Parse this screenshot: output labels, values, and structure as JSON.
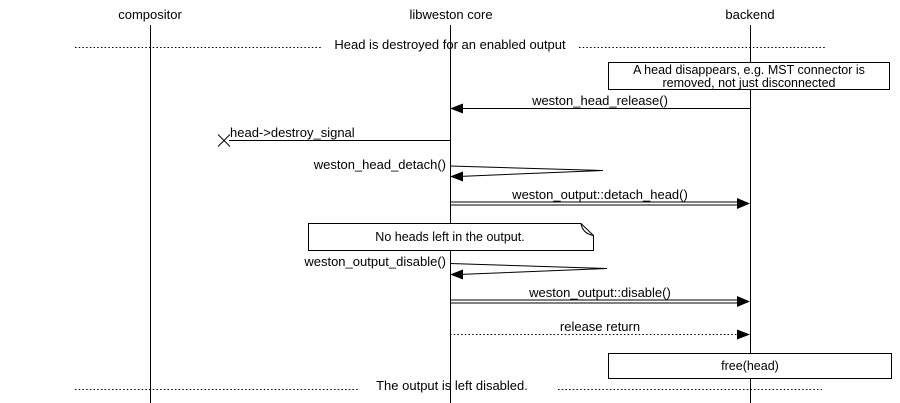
{
  "diagram": {
    "type": "sequence-diagram",
    "title_context": "libweston head destroy sequence",
    "colors": {
      "background": "#ffffff",
      "stroke": "#000000",
      "text": "#000000"
    },
    "participants": [
      {
        "label": "compositor"
      },
      {
        "label": "libweston core"
      },
      {
        "label": "backend"
      }
    ],
    "dividers": [
      {
        "label": "Head is destroyed for an enabled output"
      },
      {
        "label": "The output is left disabled."
      }
    ],
    "notes": [
      {
        "style": "box",
        "lines": {
          "0": "A head disappears, e.g. MST connector is",
          "1": "removed, not just disconnected"
        }
      },
      {
        "style": "folded-note",
        "label": "No heads left in the output."
      },
      {
        "style": "box",
        "label": "free(head)"
      }
    ],
    "messages": [
      {
        "label": "weston_head_release()",
        "from": "backend",
        "to": "libweston core",
        "line": "solid",
        "head": "filled-left"
      },
      {
        "label": "head->destroy_signal",
        "from": "libweston core",
        "to": "lost",
        "line": "solid",
        "head": "cross"
      },
      {
        "label": "weston_head_detach()",
        "from": "libweston core",
        "to": "libweston core",
        "line": "self",
        "head": "filled-left"
      },
      {
        "label": "weston_output::detach_head()",
        "from": "libweston core",
        "to": "backend",
        "line": "double",
        "head": "filled-right"
      },
      {
        "label": "weston_output_disable()",
        "from": "libweston core",
        "to": "libweston core",
        "line": "self",
        "head": "filled-left"
      },
      {
        "label": "weston_output::disable()",
        "from": "libweston core",
        "to": "backend",
        "line": "double",
        "head": "filled-right"
      },
      {
        "label": "release return",
        "from": "libweston core",
        "to": "backend",
        "line": "dotted",
        "head": "filled-right"
      }
    ]
  }
}
